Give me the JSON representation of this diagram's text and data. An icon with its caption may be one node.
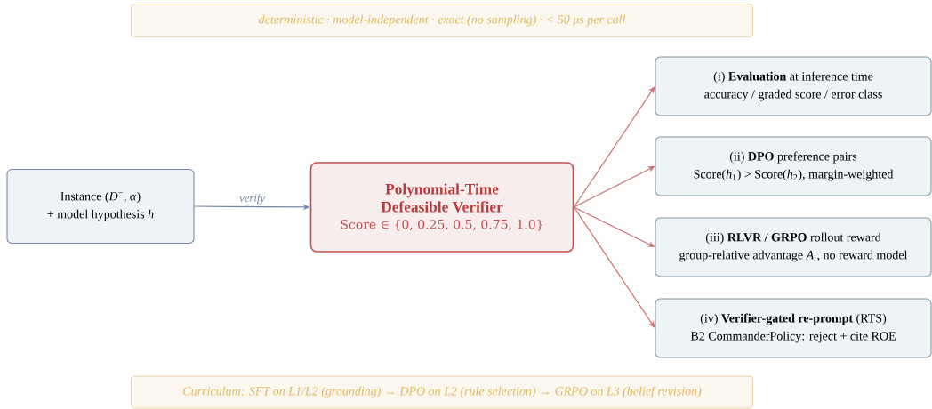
{
  "diagram": {
    "nodes": [
      {
        "text": [
          "deterministic · model-independent · exact (no sampling) · < 50 μs per call"
        ]
      },
      {
        "text": [
          "Instance (*D*$^{−}$, *α*)",
          "+ model hypothesis *h*"
        ]
      },
      {
        "text": [
          "Polynomial-Time Defeasible Verifier",
          "Score ∈ {0, 0.25, 0.5, 0.75, 1.0}"
        ]
      },
      {
        "text": [
          "(i) **Evaluation** at inference time",
          "accuracy / graded score / error class"
        ]
      },
      {
        "text": [
          "(ii) **DPO** preference pairs",
          "Score(*h*$_{1}$) > Score(*h*$_{2}$), margin-weighted"
        ]
      },
      {
        "text": [
          "(iii) **RLVR / GRPO** rollout reward",
          "group-relative advantage *A*$_{i}$, no reward model"
        ]
      },
      {
        "text": [
          "(iv) **Verifier-gated re-prompt** (RTS)",
          "B2 CommanderPolicy: reject + cite ROE"
        ]
      },
      {
        "text": [
          "Curriculum: SFT on L1/L2 (grounding) → DPO on L2 (rule selection) → GRPO on L3 (belief revision)"
        ]
      }
    ],
    "edges": [
      {
        "from": 1,
        "to": 2,
        "arrow": "to",
        "label": "verify",
        "color": "#7585a3"
      },
      {
        "from": 2,
        "to": 3,
        "arrow": "to"
      },
      {
        "from": 2,
        "to": 4,
        "arrow": "to"
      },
      {
        "from": 2,
        "to": 5,
        "arrow": "to"
      },
      {
        "from": 2,
        "to": 6,
        "arrow": "to"
      }
    ]
  }
}
